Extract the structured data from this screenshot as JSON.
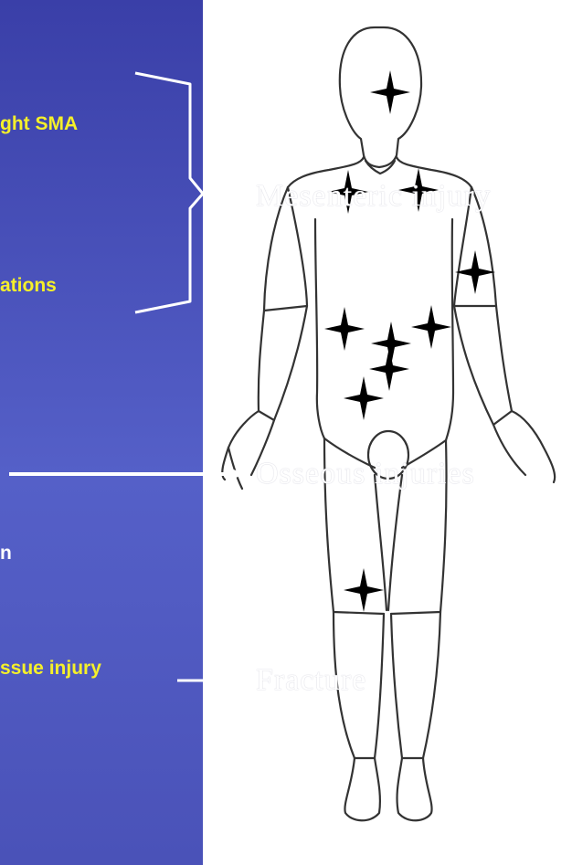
{
  "left_text": {
    "line1": "ght SMA",
    "line2": "ations",
    "line3": "n",
    "line4": "ssue injury"
  },
  "figure": {
    "overlay1": "Mesenteric injury",
    "overlay2": "Osseous injuries",
    "overlay3": "Fracture"
  },
  "colors": {
    "background": "#4a52b8",
    "highlight": "#f5f02a",
    "figure_bg": "#ffffff",
    "star": "#000000"
  },
  "icons": [
    "star-marker-icon",
    "bracket-icon",
    "arrow-icon",
    "human-figure-icon"
  ]
}
